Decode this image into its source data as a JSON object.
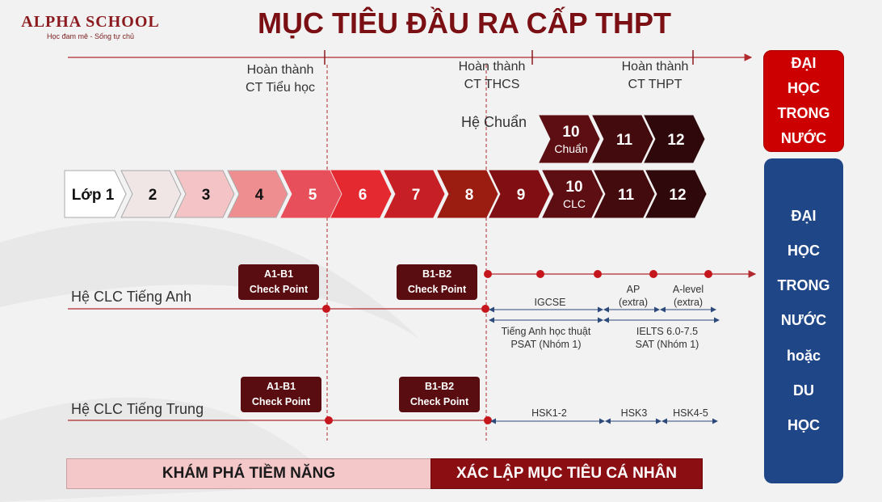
{
  "logo": {
    "name": "ALPHA SCHOOL",
    "tagline": "Học đam mê - Sống tự chủ"
  },
  "title": "MỤC TIÊU ĐẦU RA CẤP THPT",
  "milestones": [
    {
      "line1": "Hoàn thành",
      "line2": "CT Tiểu học"
    },
    {
      "line1": "Hoàn thành",
      "line2": "CT THCS"
    },
    {
      "line1": "Hoàn thành",
      "line2": "CT THPT"
    }
  ],
  "he_chuan": {
    "label": "Hệ Chuẩn",
    "grades": [
      {
        "num": "10",
        "sub": "Chuẩn",
        "color": "#5c0e12"
      },
      {
        "num": "11",
        "sub": "",
        "color": "#430b0e"
      },
      {
        "num": "12",
        "sub": "",
        "color": "#2e080a"
      }
    ]
  },
  "grades": [
    {
      "num": "Lớp 1",
      "sub": "",
      "color": "#ffffff",
      "text_color": "#111111"
    },
    {
      "num": "2",
      "sub": "",
      "color": "#f0e6e6",
      "text_color": "#111111"
    },
    {
      "num": "3",
      "sub": "",
      "color": "#f4c3c5",
      "text_color": "#111111"
    },
    {
      "num": "4",
      "sub": "",
      "color": "#ef8e91",
      "text_color": "#111111"
    },
    {
      "num": "5",
      "sub": "",
      "color": "#e7505a",
      "text_color": "#ffffff"
    },
    {
      "num": "6",
      "sub": "",
      "color": "#e42a30",
      "text_color": "#ffffff"
    },
    {
      "num": "7",
      "sub": "",
      "color": "#c62026",
      "text_color": "#ffffff"
    },
    {
      "num": "8",
      "sub": "",
      "color": "#9b1d12",
      "text_color": "#ffffff"
    },
    {
      "num": "9",
      "sub": "",
      "color": "#800e13",
      "text_color": "#ffffff"
    },
    {
      "num": "10",
      "sub": "CLC",
      "color": "#5c0e12",
      "text_color": "#ffffff"
    },
    {
      "num": "11",
      "sub": "",
      "color": "#430b0e",
      "text_color": "#ffffff"
    },
    {
      "num": "12",
      "sub": "",
      "color": "#2e080a",
      "text_color": "#ffffff"
    }
  ],
  "english": {
    "label": "Hệ CLC Tiếng Anh",
    "checkpoints": [
      {
        "line1": "A1-B1",
        "line2": "Check Point"
      },
      {
        "line1": "B1-B2",
        "line2": "Check Point"
      }
    ],
    "tracks_top": [
      {
        "line1": "IGCSE",
        "line2": ""
      },
      {
        "line1": "AP",
        "line2": "(extra)"
      },
      {
        "line1": "A-level",
        "line2": "(extra)"
      }
    ],
    "tracks_bottom": [
      {
        "line1": "Tiếng Anh học thuật",
        "line2": "PSAT (Nhóm 1)"
      },
      {
        "line1": "IELTS 6.0-7.5",
        "line2": "SAT (Nhóm 1)"
      }
    ]
  },
  "chinese": {
    "label": "Hệ CLC Tiếng Trung",
    "checkpoints": [
      {
        "line1": "A1-B1",
        "line2": "Check Point"
      },
      {
        "line1": "B1-B2",
        "line2": "Check Point"
      }
    ],
    "tracks": [
      "HSK1-2",
      "HSK3",
      "HSK4-5"
    ]
  },
  "phases": [
    "KHÁM PHÁ TIỀM NĂNG",
    "XÁC LẬP MỤC TIÊU CÁ NHÂN"
  ],
  "outcome_domestic": [
    "ĐẠI",
    "HỌC",
    "TRONG",
    "NƯỚC"
  ],
  "outcome_abroad": [
    "ĐẠI",
    "HỌC",
    "TRONG",
    "NƯỚC",
    "hoặc",
    "DU",
    "HỌC"
  ],
  "colors": {
    "brand": "#8b1a1f",
    "line": "#b02a2f",
    "dot": "#c4161c",
    "domestic": "#cc0000",
    "abroad": "#1f4788",
    "phase1": "#f4c7c9",
    "phase2": "#8b0e12"
  }
}
